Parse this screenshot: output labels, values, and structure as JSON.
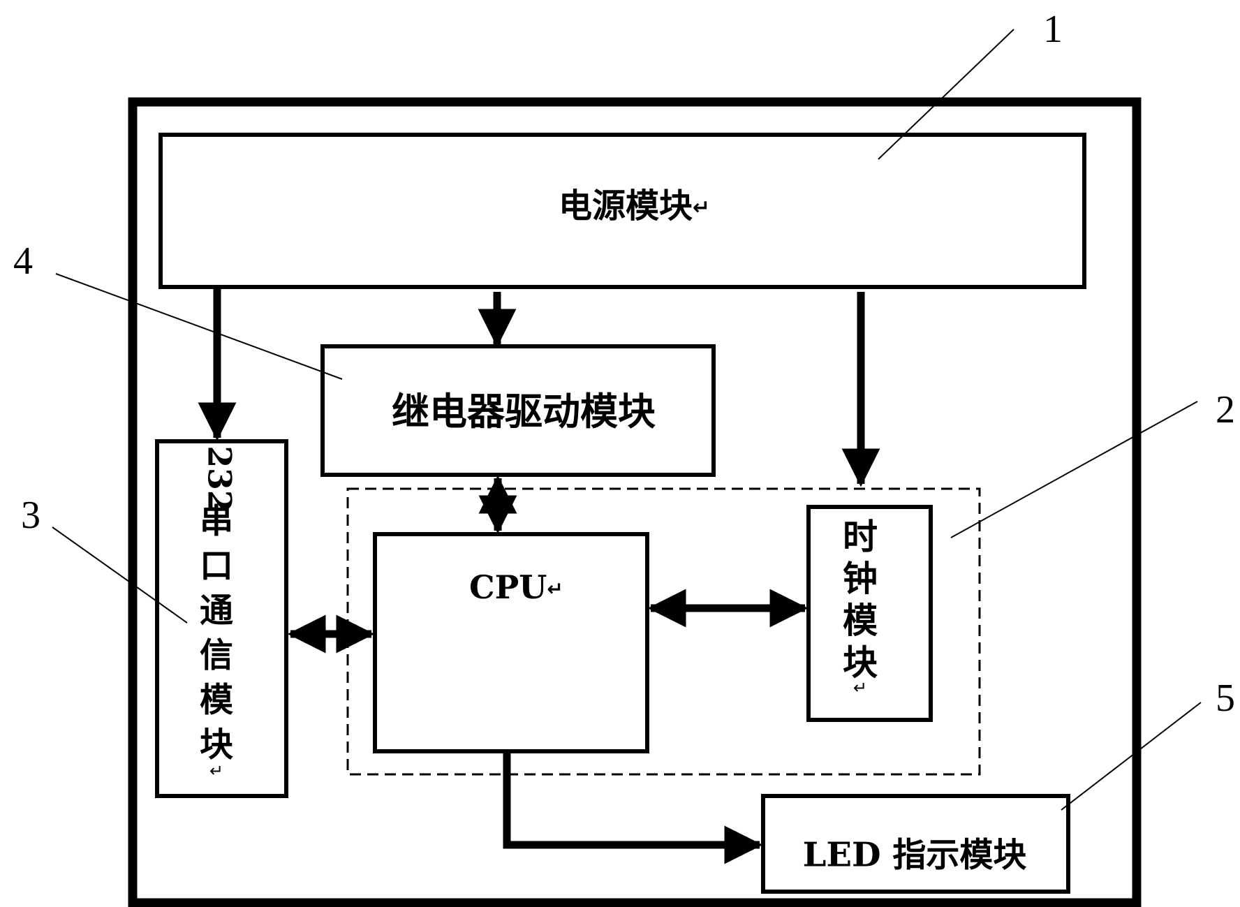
{
  "blocks": {
    "power": {
      "label": "电源模块",
      "mark": "↵"
    },
    "relay": {
      "label": "继电器驱动模块"
    },
    "serial": {
      "label_chars": [
        "232",
        "串",
        "口",
        "通",
        "信",
        "模",
        "块"
      ],
      "mark": "↵"
    },
    "cpu": {
      "label": "CPU",
      "mark": "↵"
    },
    "clock": {
      "label_chars": [
        "时",
        "钟",
        "模",
        "块"
      ],
      "mark": "↵"
    },
    "led": {
      "label": "LED 指示模块"
    }
  },
  "callouts": [
    "1",
    "2",
    "3",
    "4",
    "5"
  ],
  "colors": {
    "line": "#000000",
    "background": "#ffffff"
  }
}
